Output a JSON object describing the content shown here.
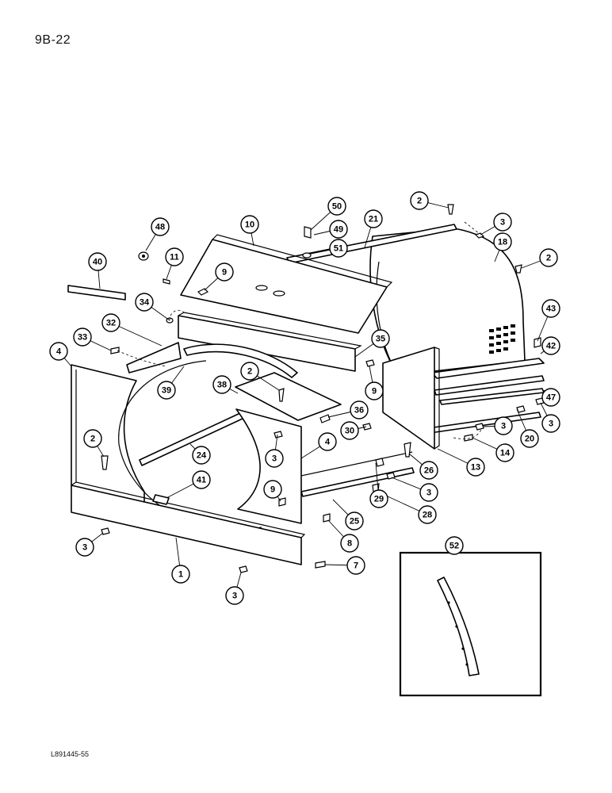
{
  "page_code": "9B-22",
  "reference_code": "L891445-55",
  "callouts": [
    "1",
    "2",
    "3",
    "4",
    "7",
    "8",
    "9",
    "10",
    "11",
    "13",
    "14",
    "18",
    "20",
    "21",
    "24",
    "25",
    "26",
    "28",
    "29",
    "30",
    "32",
    "33",
    "34",
    "35",
    "36",
    "38",
    "39",
    "40",
    "41",
    "42",
    "43",
    "47",
    "48",
    "49",
    "50",
    "51",
    "52"
  ]
}
